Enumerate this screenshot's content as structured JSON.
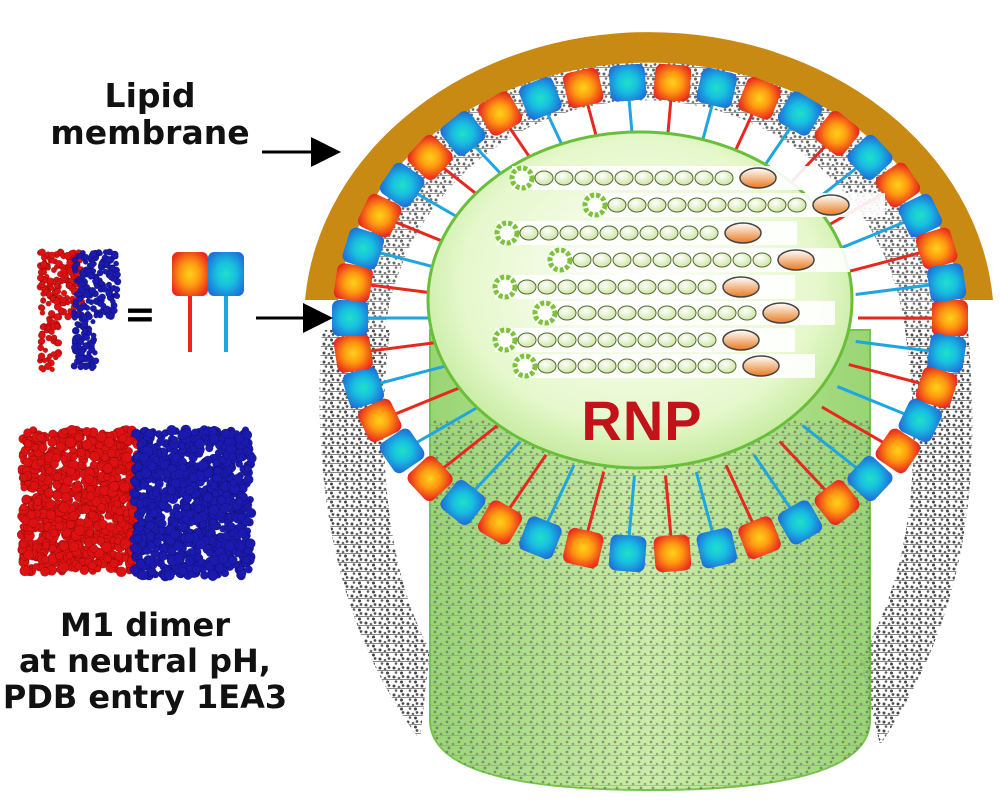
{
  "labels": {
    "membrane_line1": "Lipid",
    "membrane_line2": "membrane",
    "equals": "=",
    "rnp": "RNP",
    "caption_line1": "M1 dimer",
    "caption_line2": "at neutral pH,",
    "caption_line3": "PDB entry 1EA3"
  },
  "colors": {
    "membrane": "#c98a14",
    "m1_red": "#e8281e",
    "m1_blue": "#1ea6e0",
    "m1_orange_core": "#ffb000",
    "m1_cyan_core": "#1ad6c8",
    "rnp_fill": "#d8f5b8",
    "rnp_outline": "#6abf3a",
    "virion_green": "#a8dc7a",
    "lipid_gray": "#555555",
    "rnp_text": "#c0141a",
    "atom_red": "#dd1111",
    "atom_blue": "#1a1ab0"
  },
  "icons": [
    "arrow-right-icon",
    "m1-dimer-icon",
    "rnp-strand-icon"
  ]
}
